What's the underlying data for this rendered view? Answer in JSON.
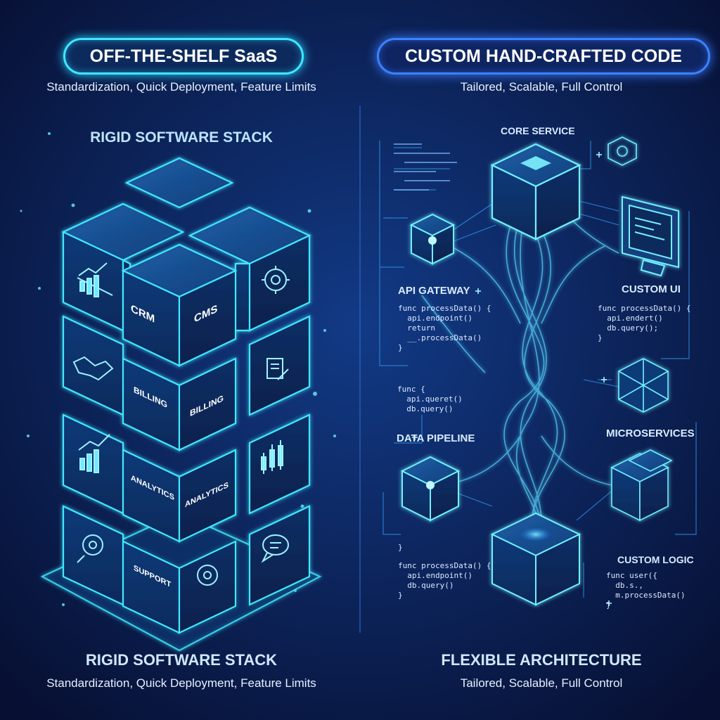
{
  "left": {
    "pill": "OFF-THE-SHELF SaaS",
    "subtitle": "Standardization, Quick Deployment, Feature Limits",
    "heading_top": "RIGID SOFTWARE STACK",
    "heading_bottom": "RIGID SOFTWARE STACK",
    "subtitle_bottom": "Standardization, Quick Deployment, Feature Limits",
    "modules": {
      "crm": "CRM",
      "cms": "CMS",
      "billing_left": "BILLING",
      "billing_right": "BILLING",
      "analytics_left": "ANALYTICS",
      "analytics_right": "ANALYTICS",
      "support": "SUPPORT"
    }
  },
  "right": {
    "pill": "CUSTOM HAND-CRAFTED CODE",
    "subtitle": "Tailored, Scalable, Full Control",
    "labels": {
      "core_service": "CORE SERVICE",
      "api_gateway": "API GATEWAY",
      "custom_ui": "CUSTOM UI",
      "data_pipeline": "DATA PIPELINE",
      "microservices": "MICROSERVICES",
      "custom_logic": "CUSTOM LOGIC"
    },
    "code": {
      "api_gateway": "func processData() {\n  api.endpoint()\n  return\n  __.processData()\n}",
      "custom_ui": "func processData() {\n  api.endert()\n  db.query();\n}",
      "mid_left": "func {\n  api.queret()\n  db.query()",
      "brace_left": "}",
      "bottom_left": "func processData() {\n  api.endpoint()\n  db.query()\n}",
      "custom_logic": "func user({\n  db.s.,\n  m.processData()\n}"
    },
    "heading_bottom": "FLEXIBLE ARCHITECTURE",
    "subtitle_bottom": "Tailored, Scalable, Full Control"
  },
  "colors": {
    "background": "#0a1440",
    "cyan": "#3fe7ff",
    "blue": "#3b82ff"
  }
}
